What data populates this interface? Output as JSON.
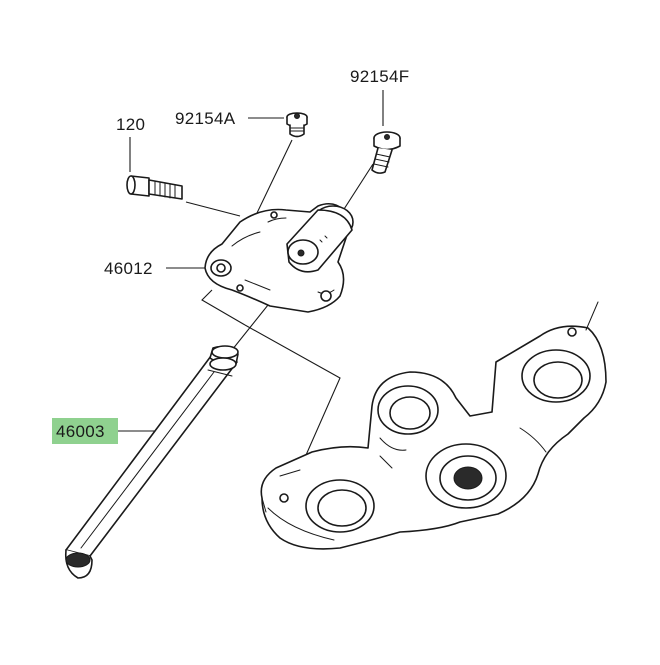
{
  "diagram": {
    "labels": [
      {
        "id": "120",
        "text": "120"
      },
      {
        "id": "92154A",
        "text": "92154A"
      },
      {
        "id": "92154F",
        "text": "92154F"
      },
      {
        "id": "46012",
        "text": "46012"
      },
      {
        "id": "46003",
        "text": "46003",
        "highlighted": true
      }
    ],
    "highlight_color": "#8fd18f",
    "line_color": "#1a1a1a",
    "background": "#ffffff"
  }
}
